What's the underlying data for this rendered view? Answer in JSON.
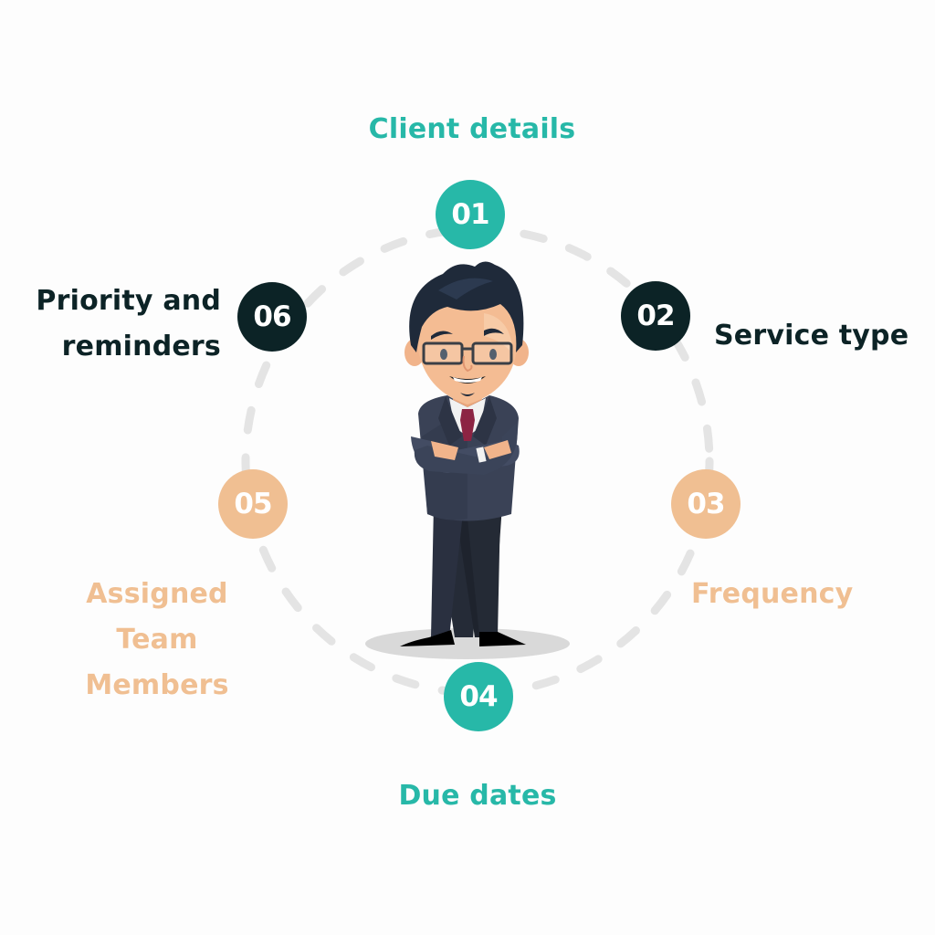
{
  "diagram": {
    "type": "circular-process",
    "center_figure": "businessman-with-crossed-arms",
    "colors": {
      "background": "#fdfdfd",
      "teal": "#27b8a8",
      "dark": "#0c2326",
      "peach": "#f0bf92",
      "ring_dash": "#e4e4e4"
    },
    "steps": [
      {
        "number": "01",
        "label_lines": [
          "Client details"
        ],
        "color": "teal"
      },
      {
        "number": "02",
        "label_lines": [
          "Service type"
        ],
        "color": "dark"
      },
      {
        "number": "03",
        "label_lines": [
          "Frequency"
        ],
        "color": "peach"
      },
      {
        "number": "04",
        "label_lines": [
          "Due dates"
        ],
        "color": "teal"
      },
      {
        "number": "05",
        "label_lines": [
          "Assigned",
          "Team",
          "Members"
        ],
        "color": "peach"
      },
      {
        "number": "06",
        "label_lines": [
          "Priority and",
          "reminders"
        ],
        "color": "dark"
      }
    ]
  }
}
